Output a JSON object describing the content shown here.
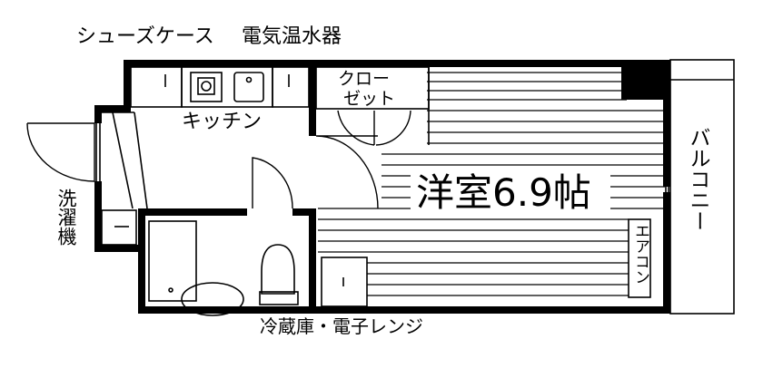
{
  "labels": {
    "shoes_case": "シューズケース",
    "water_heater": "電気温水器",
    "closet_line1": "クロー",
    "closet_line2": "ゼット",
    "kitchen": "キッチン",
    "washer": "洗濯機",
    "western_room": "洋室6.9帖",
    "balcony": "バルコニー",
    "aircon": "エアコン",
    "fridge_microwave": "冷蔵庫・電子レンジ"
  },
  "colors": {
    "wall": "#000000",
    "background": "#ffffff",
    "line": "#000000"
  },
  "icons": [
    "sink-icon",
    "toilet-icon",
    "bathtub-icon",
    "door-swing-icon"
  ]
}
